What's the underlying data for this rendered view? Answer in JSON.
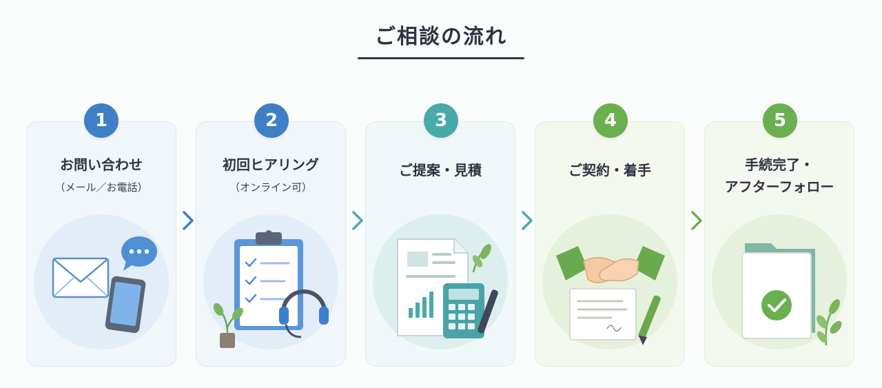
{
  "title": "ご相談の流れ",
  "colors": {
    "blue": "#3f7fc6",
    "teal": "#49a9ab",
    "green": "#6bb04f"
  },
  "steps": [
    {
      "number": "1",
      "title": "お問い合わせ",
      "subtitle": "（メール／お電話）",
      "theme": "blue",
      "icon": "mail-phone-icon"
    },
    {
      "number": "2",
      "title": "初回ヒアリング",
      "subtitle": "（オンライン可）",
      "theme": "blue",
      "icon": "clipboard-headset-icon"
    },
    {
      "number": "3",
      "title": "ご提案・見積",
      "subtitle": "",
      "theme": "teal",
      "icon": "document-calculator-icon"
    },
    {
      "number": "4",
      "title": "ご契約・着手",
      "subtitle": "",
      "theme": "green",
      "icon": "handshake-contract-icon"
    },
    {
      "number": "5",
      "title_line1": "手続完了・",
      "title_line2": "アフターフォロー",
      "subtitle": "",
      "theme": "green",
      "icon": "folder-check-icon"
    }
  ]
}
